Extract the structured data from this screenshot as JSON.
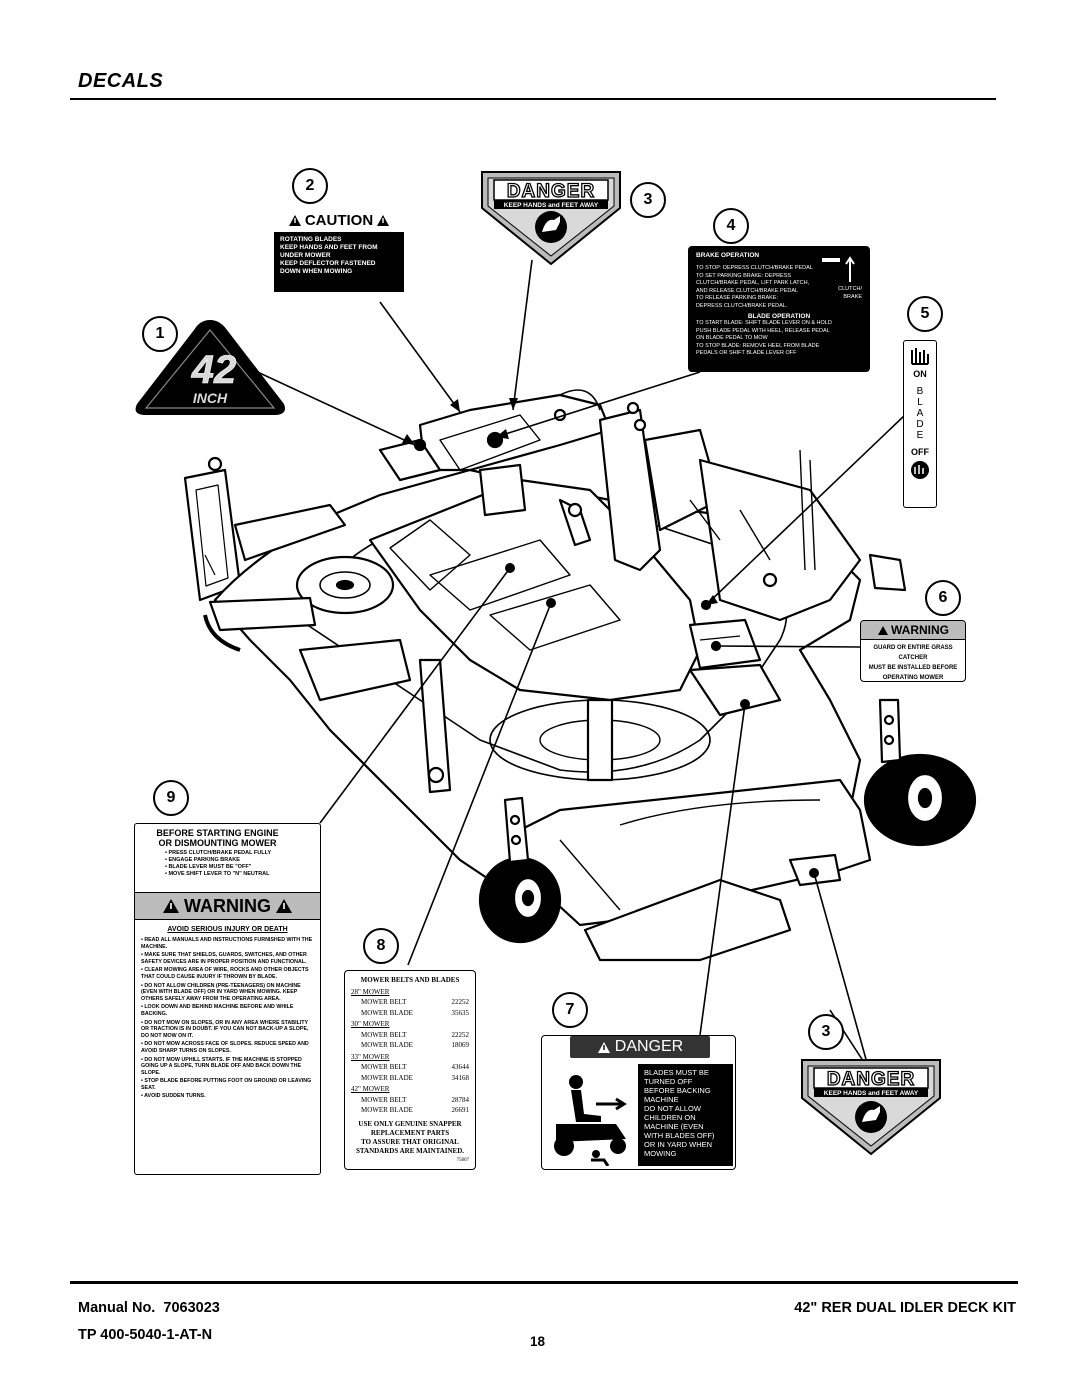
{
  "page": {
    "section_title": "DECALS",
    "manual_label": "Manual No.",
    "manual_number": "7063023",
    "tp_number": "TP 400-5040-1-AT-N",
    "kit_title": "42\" RER DUAL IDLER DECK KIT",
    "page_number": "18"
  },
  "callouts": [
    "1",
    "2",
    "3",
    "4",
    "5",
    "6",
    "7",
    "8",
    "9",
    "3"
  ],
  "decals": {
    "d1": {
      "big": "42",
      "small": "INCH"
    },
    "d2": {
      "header": "CAUTION",
      "lines": [
        "ROTATING BLADES",
        "KEEP HANDS AND FEET FROM",
        "UNDER MOWER",
        "KEEP DEFLECTOR FASTENED",
        "DOWN WHEN MOWING"
      ]
    },
    "d3": {
      "header": "DANGER",
      "sub": "KEEP HANDS and FEET AWAY"
    },
    "d4": {
      "brake_title": "BRAKE OPERATION",
      "brake_lines": [
        "TO STOP: DEPRESS CLUTCH/BRAKE PEDAL",
        "TO SET PARKING BRAKE: DEPRESS",
        "CLUTCH/BRAKE PEDAL, LIFT PARK LATCH,",
        "AND RELEASE CLUTCH/BRAKE PEDAL",
        "TO RELEASE PARKING BRAKE:",
        "DEPRESS CLUTCH/BRAKE PEDAL."
      ],
      "clutch": "CLUTCH/ BRAKE",
      "blade_title": "BLADE OPERATION",
      "blade_lines": [
        "TO START BLADE: SHIFT BLADE LEVER ON & HOLD",
        "PUSH BLADE PEDAL WITH HEEL, RELEASE PEDAL",
        "ON BLADE PEDAL TO MOW",
        "TO STOP BLADE: REMOVE HEEL FROM BLADE",
        "PEDALS OR SHIFT BLADE LEVER OFF"
      ]
    },
    "d5": {
      "on": "ON",
      "letters": [
        "B",
        "L",
        "A",
        "D",
        "E"
      ],
      "off": "OFF"
    },
    "d6": {
      "header": "WARNING",
      "lines": [
        "GUARD OR ENTIRE GRASS CATCHER",
        "MUST BE INSTALLED BEFORE",
        "OPERATING MOWER"
      ]
    },
    "d7": {
      "header": "DANGER",
      "lines": [
        "BLADES MUST BE",
        "TURNED OFF",
        "BEFORE BACKING",
        "MACHINE",
        "DO NOT ALLOW",
        "CHILDREN ON",
        "MACHINE (EVEN",
        "WITH BLADES OFF)",
        "OR IN YARD WHEN",
        "MOWING"
      ]
    },
    "d8": {
      "title": "MOWER BELTS AND BLADES",
      "groups": [
        {
          "size": "28\" MOWER",
          "rows": [
            [
              "MOWER BELT",
              "22252"
            ],
            [
              "MOWER BLADE",
              "35635"
            ]
          ]
        },
        {
          "size": "30\" MOWER",
          "rows": [
            [
              "MOWER BELT",
              "22252"
            ],
            [
              "MOWER BLADE",
              "18069"
            ]
          ]
        },
        {
          "size": "33\" MOWER",
          "rows": [
            [
              "MOWER BELT",
              "43644"
            ],
            [
              "MOWER BLADE",
              "34168"
            ]
          ]
        },
        {
          "size": "42\" MOWER",
          "rows": [
            [
              "MOWER BELT",
              "28784"
            ],
            [
              "MOWER BLADE",
              "26691"
            ]
          ]
        }
      ],
      "footer": [
        "USE ONLY GENUINE SNAPPER",
        "REPLACEMENT PARTS",
        "TO ASSURE THAT ORIGINAL",
        "STANDARDS ARE MAINTAINED."
      ],
      "code": "75807"
    },
    "d9": {
      "title": [
        "BEFORE STARTING ENGINE",
        "OR DISMOUNTING MOWER"
      ],
      "pre": [
        "• PRESS CLUTCH/BRAKE PEDAL FULLY",
        "• ENGAGE PARKING BRAKE",
        "• BLADE LEVER MUST BE \"OFF\"",
        "• MOVE SHIFT LEVER TO \"N\" NEUTRAL"
      ],
      "warning": "WARNING",
      "subtitle": "AVOID SERIOUS INJURY OR DEATH",
      "bullets": [
        "• READ ALL MANUALS AND INSTRUCTIONS FURNISHED WITH THE MACHINE.",
        "• MAKE SURE THAT SHIELDS, GUARDS, SWITCHES, AND OTHER SAFETY DEVICES ARE IN PROPER POSITION AND FUNCTIONAL.",
        "• CLEAR MOWING AREA OF WIRE, ROCKS AND OTHER OBJECTS THAT COULD CAUSE INJURY IF THROWN BY BLADE.",
        "• DO NOT ALLOW CHILDREN (PRE-TEENAGERS) ON MACHINE (EVEN WITH BLADE OFF) OR IN YARD WHEN MOWING. KEEP OTHERS SAFELY AWAY FROM THE OPERATING AREA.",
        "• LOOK DOWN AND BEHIND MACHINE BEFORE AND WHILE BACKING.",
        "• DO NOT MOW ON SLOPES, OR IN ANY AREA WHERE STABILITY OR TRACTION IS IN DOUBT. IF YOU CAN NOT BACK-UP A SLOPE, DO NOT MOW ON IT.",
        "• DO NOT MOW ACROSS FACE OF SLOPES. REDUCE SPEED AND AVOID SHARP TURNS ON SLOPES.",
        "• DO NOT MOW UPHILL STARTS. IF THE MACHINE IS STOPPED GOING UP A SLOPE, TURN BLADE OFF AND BACK DOWN THE SLOPE.",
        "• STOP BLADE BEFORE PUTTING FOOT ON GROUND OR LEAVING SEAT.",
        "• AVOID SUDDEN TURNS."
      ]
    }
  }
}
